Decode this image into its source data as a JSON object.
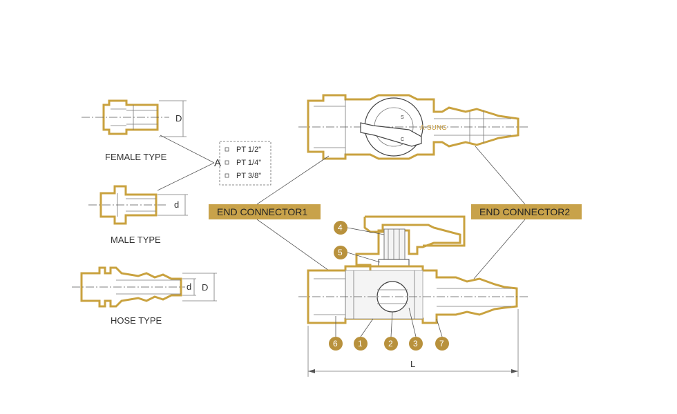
{
  "labels": {
    "female_type": "FEMALE TYPE",
    "male_type": "MALE TYPE",
    "hose_type": "HOSE TYPE"
  },
  "dimensions": {
    "big_d": "D",
    "small_d": "d",
    "length": "L",
    "thread_ref": "A"
  },
  "thread_options": [
    "PT 1/2\"",
    "PT 1/4\"",
    "PT 3/8\""
  ],
  "banners": {
    "end_connector_1": "END CONNECTOR1",
    "end_connector_2": "END CONNECTOR2"
  },
  "brand": "A-SUNG",
  "handle_marks": {
    "s": "S",
    "c": "C"
  },
  "part_numbers": [
    "4",
    "5",
    "6",
    "1",
    "2",
    "3",
    "7"
  ],
  "colors": {
    "gold": "#c9a23f",
    "banner": "#c8a24a",
    "badge": "#b8913c"
  }
}
